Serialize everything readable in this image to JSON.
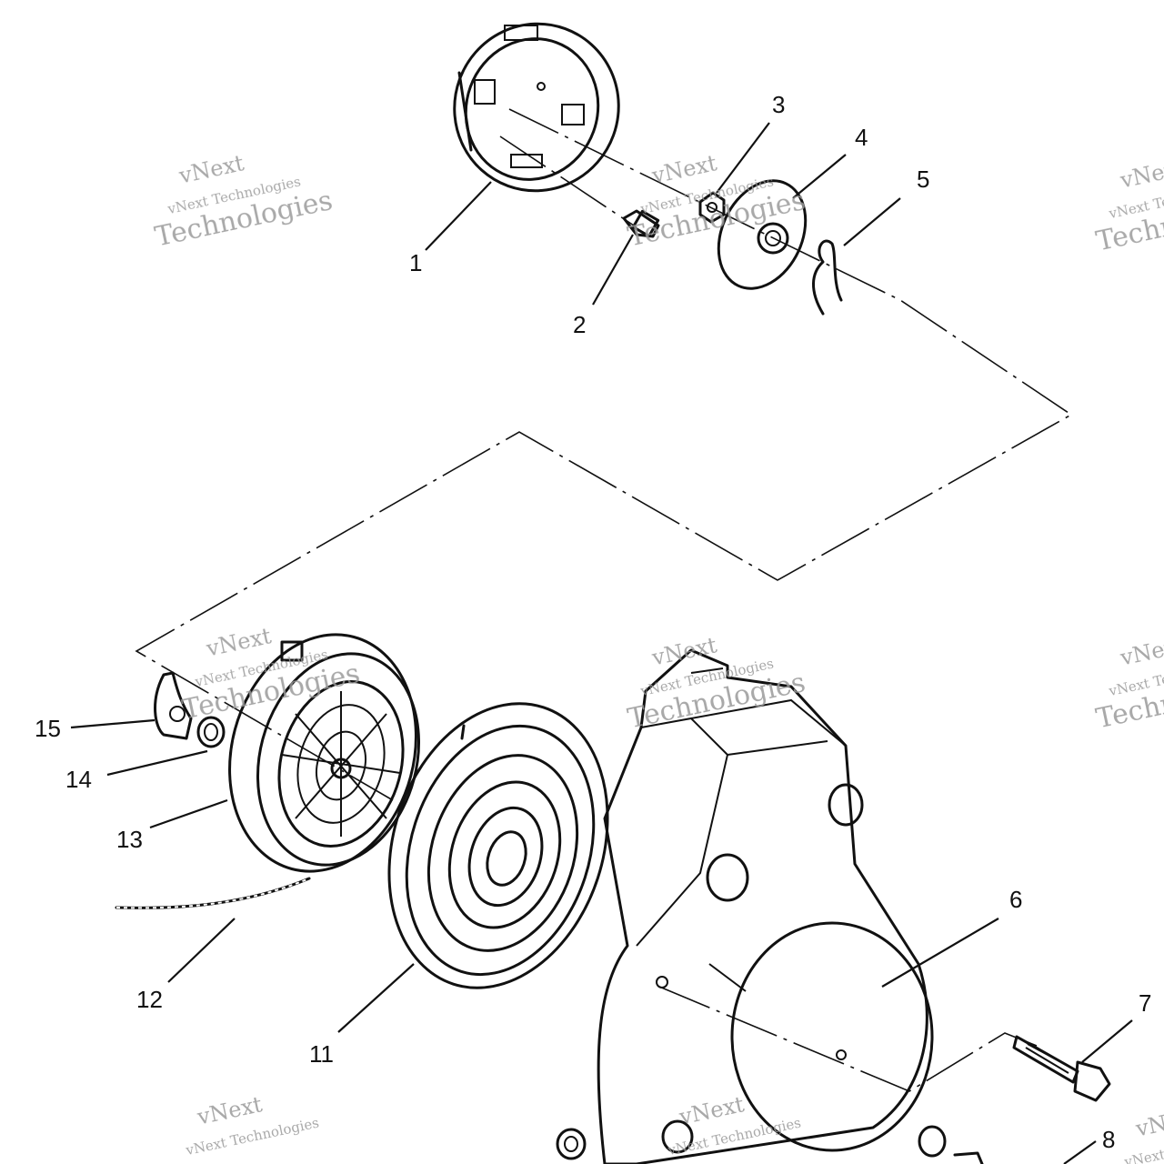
{
  "callouts": [
    {
      "id": "1",
      "label": "1"
    },
    {
      "id": "2",
      "label": "2"
    },
    {
      "id": "3",
      "label": "3"
    },
    {
      "id": "4",
      "label": "4"
    },
    {
      "id": "5",
      "label": "5"
    },
    {
      "id": "6",
      "label": "6"
    },
    {
      "id": "7",
      "label": "7"
    },
    {
      "id": "8",
      "label": "8"
    },
    {
      "id": "11",
      "label": "11"
    },
    {
      "id": "12",
      "label": "12"
    },
    {
      "id": "13",
      "label": "13"
    },
    {
      "id": "14",
      "label": "14"
    },
    {
      "id": "15",
      "label": "15"
    }
  ],
  "watermark": {
    "brand": "vNext",
    "company": "vNext Technologies",
    "word": "Technologies"
  }
}
